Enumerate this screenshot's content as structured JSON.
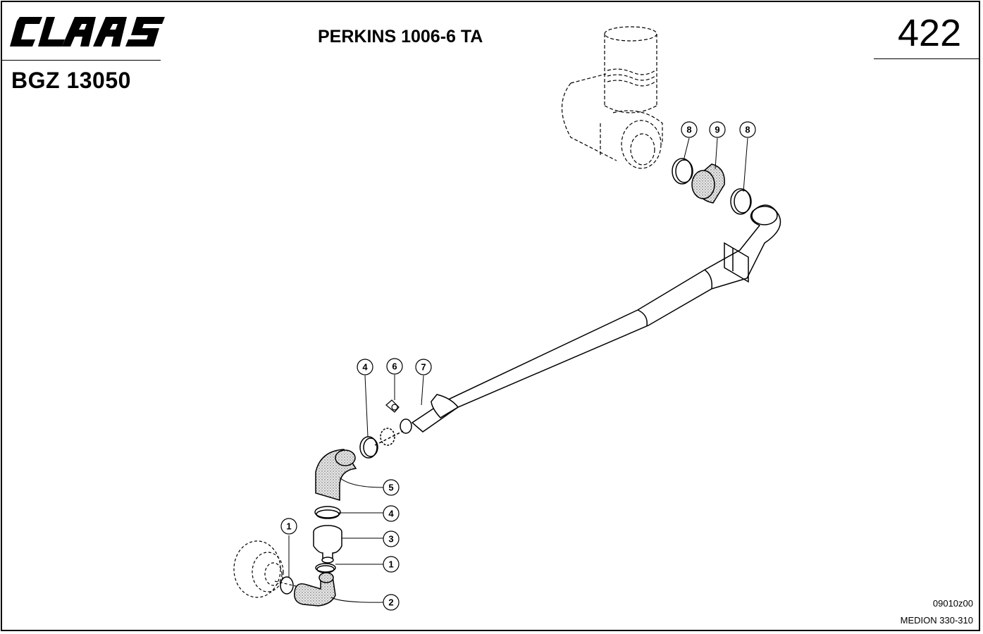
{
  "header": {
    "brand": "CLAAS",
    "engine_title": "PERKINS 1006-6 TA",
    "page_number": "422",
    "group_code": "BGZ 13050"
  },
  "footer": {
    "drawing_code": "09010z00",
    "model_code": "MEDION 330-310"
  },
  "callouts": [
    {
      "id": "c1a",
      "label": "1"
    },
    {
      "id": "c1b",
      "label": "1"
    },
    {
      "id": "c2",
      "label": "2"
    },
    {
      "id": "c3",
      "label": "3"
    },
    {
      "id": "c4a",
      "label": "4"
    },
    {
      "id": "c4b",
      "label": "4"
    },
    {
      "id": "c5",
      "label": "5"
    },
    {
      "id": "c6",
      "label": "6"
    },
    {
      "id": "c7",
      "label": "7"
    },
    {
      "id": "c8a",
      "label": "8"
    },
    {
      "id": "c9",
      "label": "9"
    },
    {
      "id": "c8b",
      "label": "8"
    }
  ]
}
